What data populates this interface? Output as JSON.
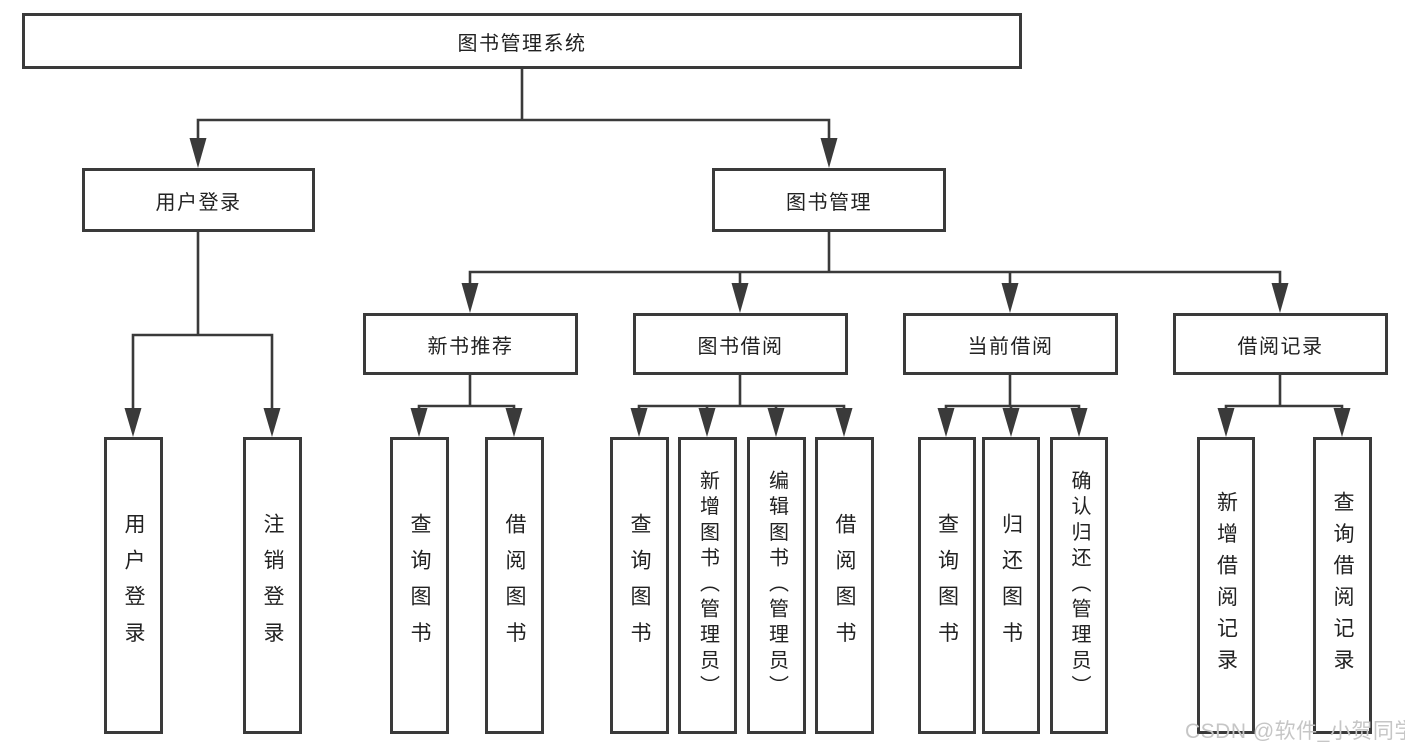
{
  "diagram": {
    "root": {
      "label": "图书管理系统"
    },
    "level2": [
      {
        "label": "用户登录",
        "children": [
          {
            "label": "用户登录"
          },
          {
            "label": "注销登录"
          }
        ]
      },
      {
        "label": "图书管理",
        "children": [
          {
            "label": "新书推荐",
            "children": [
              {
                "label": "查询图书"
              },
              {
                "label": "借阅图书"
              }
            ]
          },
          {
            "label": "图书借阅",
            "children": [
              {
                "label": "查询图书"
              },
              {
                "label": "新增图书（管理员）"
              },
              {
                "label": "编辑图书（管理员）"
              },
              {
                "label": "借阅图书"
              }
            ]
          },
          {
            "label": "当前借阅",
            "children": [
              {
                "label": "查询图书"
              },
              {
                "label": "归还图书"
              },
              {
                "label": "确认归还（管理员）"
              }
            ]
          },
          {
            "label": "借阅记录",
            "children": [
              {
                "label": "新增借阅记录"
              },
              {
                "label": "查询借阅记录"
              }
            ]
          }
        ]
      }
    ]
  },
  "watermark": {
    "text": "CSDN @软件_小贺同学"
  },
  "colors": {
    "line": "#3a3a3a",
    "text": "#222222",
    "background": "#ffffff",
    "watermark": "#c6c6c6"
  }
}
